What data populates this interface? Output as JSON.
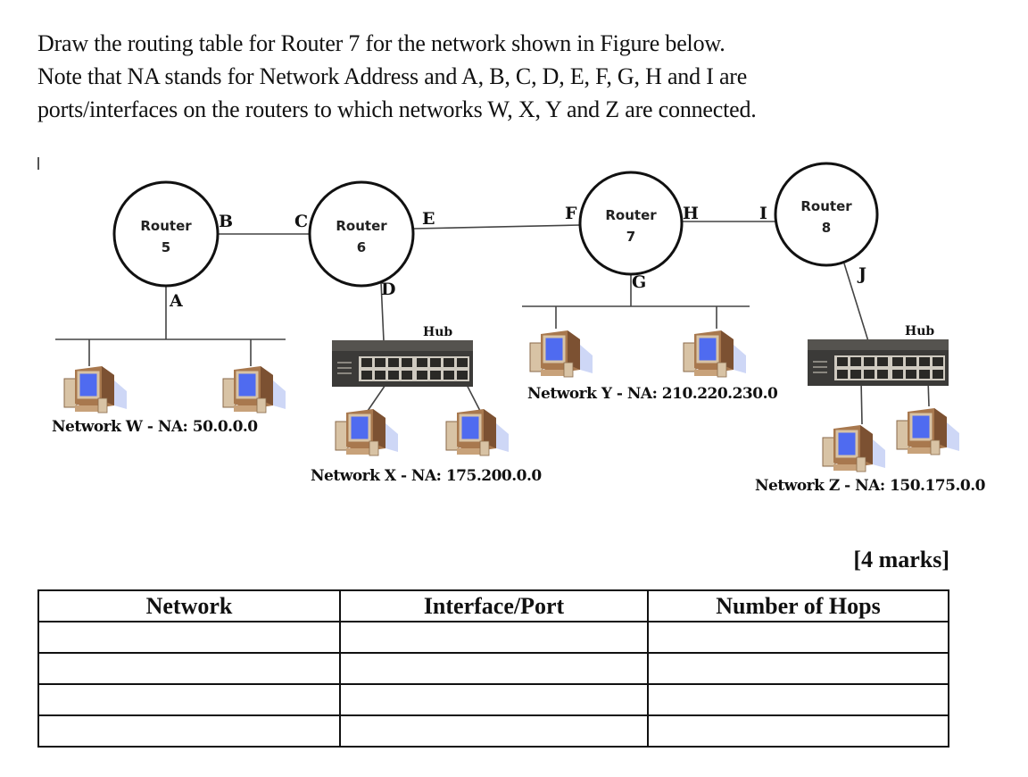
{
  "question": {
    "lines": [
      "Draw the routing table for Router 7 for the network shown in Figure below.",
      "Note that NA stands for Network Address and A, B, C, D, E, F, G, H and I are",
      "ports/interfaces on the routers to which networks W, X, Y and Z are connected."
    ]
  },
  "diagram": {
    "routers": [
      {
        "label": "Router",
        "number": "5"
      },
      {
        "label": "Router",
        "number": "6"
      },
      {
        "label": "Router",
        "number": "7"
      },
      {
        "label": "Router",
        "number": "8"
      }
    ],
    "ports": [
      "A",
      "B",
      "C",
      "D",
      "E",
      "F",
      "G",
      "H",
      "I",
      "J"
    ],
    "hubs": [
      "Hub",
      "Hub"
    ],
    "networks": [
      {
        "name": "Network W - NA: 50.0.0.0"
      },
      {
        "name": "Network X - NA: 175.200.0.0"
      },
      {
        "name": "Network Y - NA: 210.220.230.0"
      },
      {
        "name": "Network Z - NA: 150.175.0.0"
      }
    ],
    "colors": {
      "screen": "#4f6bf0",
      "case": "#c89a6e",
      "hub": "#3b3a38"
    }
  },
  "marks": "[4 marks]",
  "table": {
    "headers": [
      "Network",
      "Interface/Port",
      "Number of Hops"
    ],
    "rows": [
      [
        "",
        "",
        ""
      ],
      [
        "",
        "",
        ""
      ],
      [
        "",
        "",
        ""
      ],
      [
        "",
        "",
        ""
      ]
    ]
  }
}
